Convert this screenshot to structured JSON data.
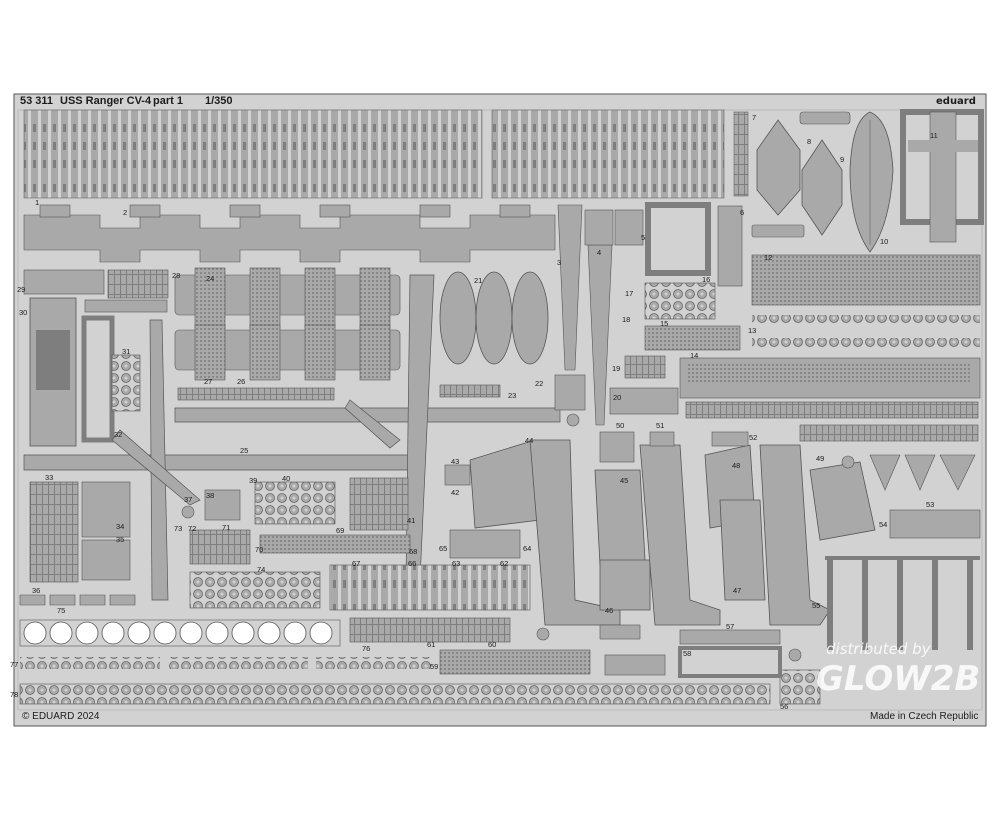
{
  "sheet": {
    "code": "53 311",
    "title": "USS Ranger CV-4",
    "part": "part 1",
    "scale": "1/350",
    "brand": "eduard",
    "copyright": "© EDUARD 2024",
    "origin": "Made in Czech Republic"
  },
  "watermark": {
    "line1": "distributed by",
    "line2": "GLOW2B"
  },
  "colors": {
    "fret": "#d2d2d2",
    "part": "#a9a9a9",
    "part_dark": "#7e7e7e",
    "outline": "#555555",
    "text": "#1c1c1c"
  },
  "part_numbers": [
    "1",
    "2",
    "3",
    "4",
    "5",
    "6",
    "7",
    "8",
    "9",
    "10",
    "11",
    "12",
    "13",
    "14",
    "15",
    "16",
    "17",
    "18",
    "19",
    "20",
    "21",
    "22",
    "23",
    "24",
    "25",
    "26",
    "27",
    "28",
    "29",
    "30",
    "31",
    "32",
    "33",
    "34",
    "35",
    "36",
    "37",
    "38",
    "39",
    "40",
    "41",
    "42",
    "43",
    "44",
    "45",
    "46",
    "47",
    "48",
    "49",
    "50",
    "51",
    "52",
    "53",
    "54",
    "55",
    "56",
    "57",
    "58",
    "59",
    "60",
    "61",
    "62",
    "63",
    "64",
    "65",
    "66",
    "67",
    "68",
    "69",
    "70",
    "71",
    "72",
    "73",
    "74",
    "75",
    "76",
    "77",
    "78"
  ]
}
